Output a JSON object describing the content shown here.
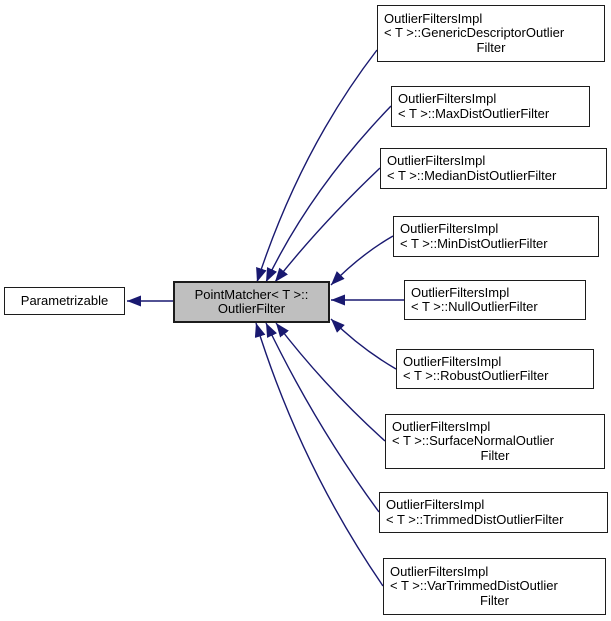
{
  "diagram": {
    "type": "class-inheritance-graph",
    "colors": {
      "edge": "#191970",
      "node_fill": "#ffffff",
      "node_border": "#1c1c1c",
      "highlight_fill": "#bfbfbf",
      "text": "#000000",
      "background": "#ffffff"
    },
    "nodes": [
      {
        "id": "parametrizable",
        "highlighted": false,
        "lines": [
          "Parametrizable"
        ]
      },
      {
        "id": "pointmatcher-outlierfilter",
        "highlighted": true,
        "lines": [
          "PointMatcher< T >::",
          "OutlierFilter"
        ]
      },
      {
        "id": "genericdescriptoroutlierfilter",
        "highlighted": false,
        "lines": [
          "OutlierFiltersImpl",
          "< T >::GenericDescriptorOutlier",
          "Filter"
        ]
      },
      {
        "id": "maxdistoutlierfilter",
        "highlighted": false,
        "lines": [
          "OutlierFiltersImpl",
          "< T >::MaxDistOutlierFilter"
        ]
      },
      {
        "id": "mediandistoutlierfilter",
        "highlighted": false,
        "lines": [
          "OutlierFiltersImpl",
          "< T >::MedianDistOutlierFilter"
        ]
      },
      {
        "id": "mindistoutlierfilter",
        "highlighted": false,
        "lines": [
          "OutlierFiltersImpl",
          "< T >::MinDistOutlierFilter"
        ]
      },
      {
        "id": "nulloutlierfilter",
        "highlighted": false,
        "lines": [
          "OutlierFiltersImpl",
          "< T >::NullOutlierFilter"
        ]
      },
      {
        "id": "robustoutlierfilter",
        "highlighted": false,
        "lines": [
          "OutlierFiltersImpl",
          "< T >::RobustOutlierFilter"
        ]
      },
      {
        "id": "surfacenormaloutlierfilter",
        "highlighted": false,
        "lines": [
          "OutlierFiltersImpl",
          "< T >::SurfaceNormalOutlier",
          "Filter"
        ]
      },
      {
        "id": "trimmeddistoutlierfilter",
        "highlighted": false,
        "lines": [
          "OutlierFiltersImpl",
          "< T >::TrimmedDistOutlierFilter"
        ]
      },
      {
        "id": "vartrimmeddistoutlierfilter",
        "highlighted": false,
        "lines": [
          "OutlierFiltersImpl",
          "< T >::VarTrimmedDistOutlier",
          "Filter"
        ]
      }
    ],
    "edges": [
      {
        "from": "PointMatcher< T >::OutlierFilter",
        "to": "Parametrizable"
      },
      {
        "from": "OutlierFiltersImpl< T >::GenericDescriptorOutlierFilter",
        "to": "PointMatcher< T >::OutlierFilter"
      },
      {
        "from": "OutlierFiltersImpl< T >::MaxDistOutlierFilter",
        "to": "PointMatcher< T >::OutlierFilter"
      },
      {
        "from": "OutlierFiltersImpl< T >::MedianDistOutlierFilter",
        "to": "PointMatcher< T >::OutlierFilter"
      },
      {
        "from": "OutlierFiltersImpl< T >::MinDistOutlierFilter",
        "to": "PointMatcher< T >::OutlierFilter"
      },
      {
        "from": "OutlierFiltersImpl< T >::NullOutlierFilter",
        "to": "PointMatcher< T >::OutlierFilter"
      },
      {
        "from": "OutlierFiltersImpl< T >::RobustOutlierFilter",
        "to": "PointMatcher< T >::OutlierFilter"
      },
      {
        "from": "OutlierFiltersImpl< T >::SurfaceNormalOutlierFilter",
        "to": "PointMatcher< T >::OutlierFilter"
      },
      {
        "from": "OutlierFiltersImpl< T >::TrimmedDistOutlierFilter",
        "to": "PointMatcher< T >::OutlierFilter"
      },
      {
        "from": "OutlierFiltersImpl< T >::VarTrimmedDistOutlierFilter",
        "to": "PointMatcher< T >::OutlierFilter"
      }
    ]
  }
}
